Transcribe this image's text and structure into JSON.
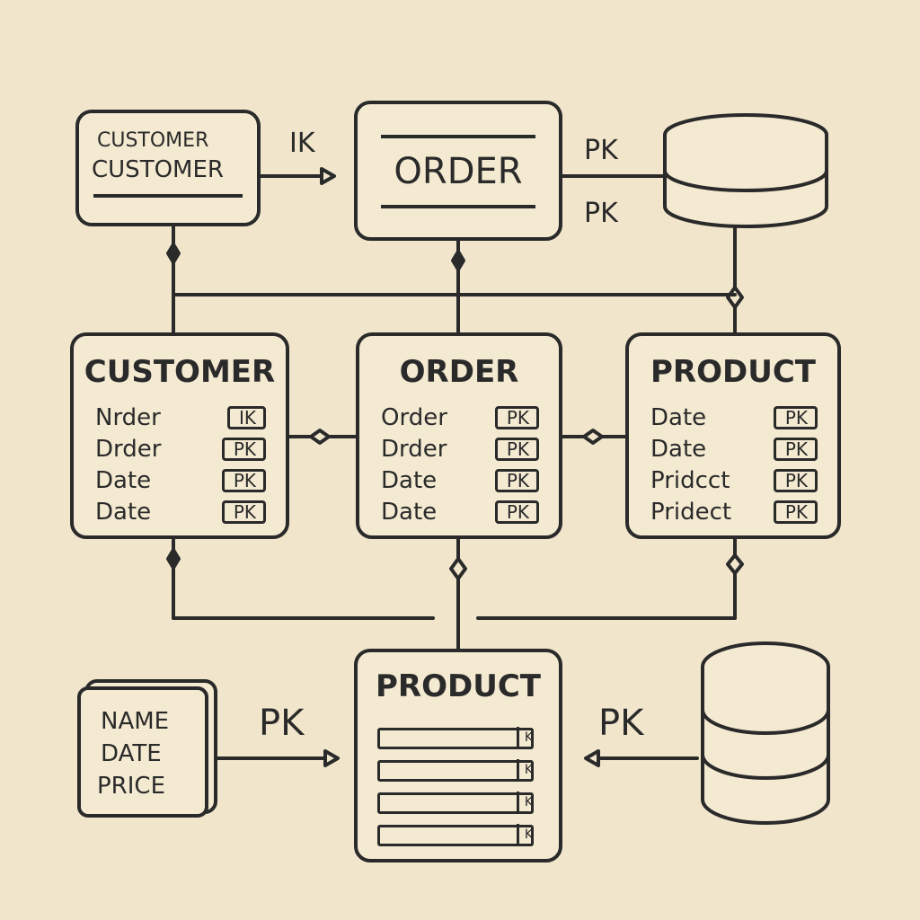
{
  "top": {
    "customer_box": {
      "line1": "CUSTOMER",
      "line2": "CUSTOMER"
    },
    "order_box": {
      "title": "ORDER"
    },
    "label_ik": "IK",
    "label_pk_upper": "PK",
    "label_pk_lower": "PK"
  },
  "middle": {
    "customer_table": {
      "title": "CUSTOMER",
      "rows": [
        {
          "field": "Nrder",
          "key": "IK"
        },
        {
          "field": "Drder",
          "key": "PK"
        },
        {
          "field": "Date",
          "key": "PK"
        },
        {
          "field": "Date",
          "key": "PK"
        }
      ]
    },
    "order_table": {
      "title": "ORDER",
      "rows": [
        {
          "field": "Order",
          "key": "PK"
        },
        {
          "field": "Drder",
          "key": "PK"
        },
        {
          "field": "Date",
          "key": "PK"
        },
        {
          "field": "Date",
          "key": "PK"
        }
      ]
    },
    "product_table": {
      "title": "PRODUCT",
      "rows": [
        {
          "field": "Date",
          "key": "PK"
        },
        {
          "field": "Date",
          "key": "PK"
        },
        {
          "field": "Pridcct",
          "key": "PK"
        },
        {
          "field": "Pridect",
          "key": "PK"
        }
      ]
    }
  },
  "bottom": {
    "attributes_card": {
      "line1": "NAME",
      "line2": "DATE",
      "line3": "PRICE"
    },
    "label_pk_left": "PK",
    "label_pk_right": "PK",
    "product_box": {
      "title": "PRODUCT",
      "bars": [
        {
          "key": "K"
        },
        {
          "key": "K"
        },
        {
          "key": "K"
        },
        {
          "key": "K"
        }
      ]
    }
  }
}
